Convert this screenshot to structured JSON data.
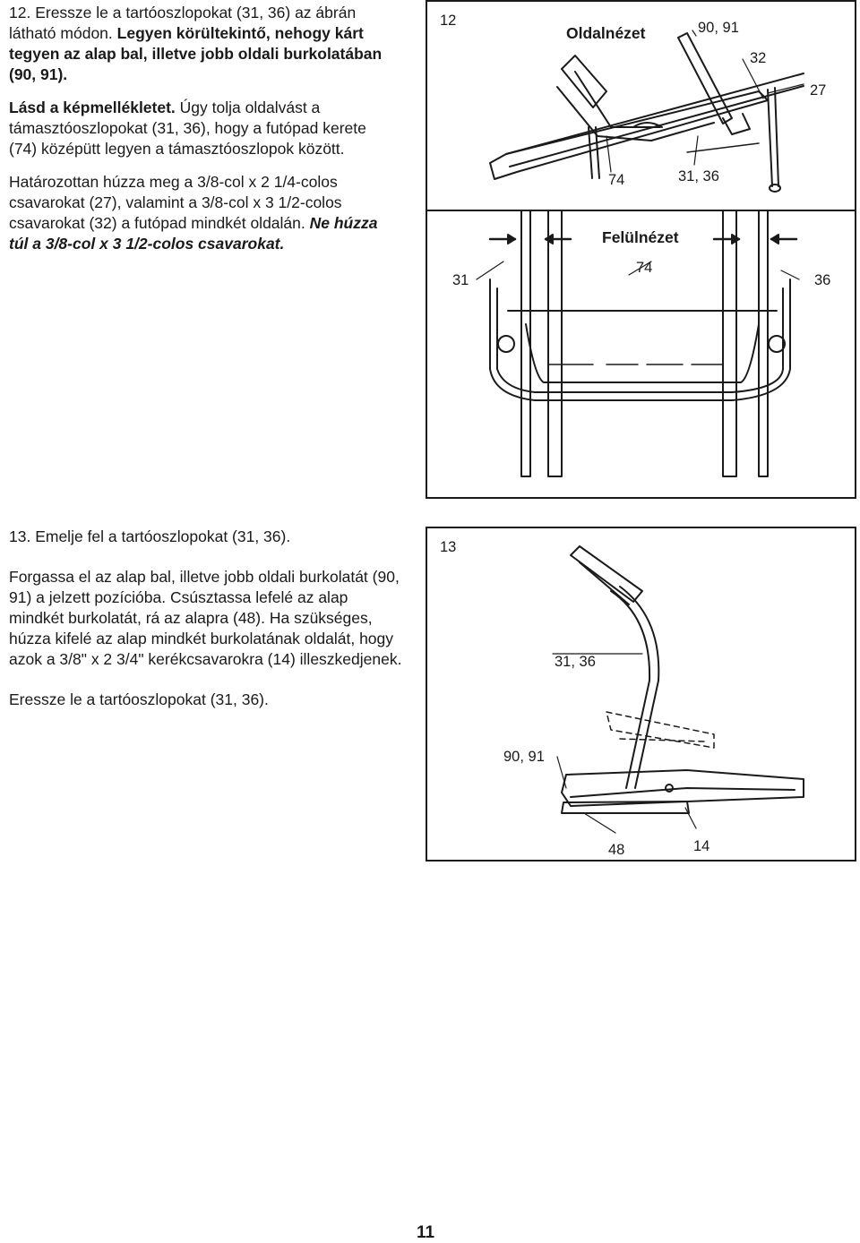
{
  "step12": {
    "number": "12.",
    "p1_plain": "Eressze le a tartóoszlopokat (31, 36) az ábrán látható módon.",
    "p1_bold": "Legyen körültekintő, nehogy kárt tegyen az alap bal, illetve jobb oldali burkolatában (90, 91).",
    "p2_bold": "Lásd a képmellékletet.",
    "p2_plain": "Úgy tolja oldalvást a támasztóoszlopokat (31, 36), hogy a futópad kerete (74) középütt legyen a támasztóoszlopok között.",
    "p3_plain": "Határozottan húzza meg a 3/8-col x 2 1/4-colos csavarokat (27), valamint a 3/8-col x 3 1/2-colos csavarokat (32) a futópad mindkét oldalán.",
    "p3_bold": "Ne húzza túl a 3/8-col x 3 1/2-colos csavarokat."
  },
  "step13": {
    "number": "13.",
    "p1": "Emelje fel a tartóoszlopokat (31, 36).",
    "p2": "Forgassa el az alap bal, illetve jobb oldali burkolatát (90, 91) a jelzett pozícióba. Csúsztassa lefelé az alap mindkét burkolatát, rá az alapra (48). Ha szükséges, húzza kifelé az alap mindkét burkolatának oldalát, hogy azok a 3/8\" x 2 3/4\" kerékcsavarokra (14) illeszkedjenek.",
    "p3": "Eressze le a tartóoszlopokat (31, 36)."
  },
  "figure12": {
    "number": "12",
    "side_view_title": "Oldalnézet",
    "top_view_title": "Felülnézet",
    "labels": {
      "base_covers": "90, 91",
      "bolt_32": "32",
      "bolt_27": "27",
      "frame_74_side": "74",
      "uprights_side": "31, 36",
      "upright_31": "31",
      "upright_36": "36",
      "frame_74_top": "74"
    }
  },
  "figure13": {
    "number": "13",
    "labels": {
      "uprights": "31, 36",
      "base_covers": "90, 91",
      "base": "48",
      "wheel_bolts": "14"
    }
  },
  "page_number": "11"
}
